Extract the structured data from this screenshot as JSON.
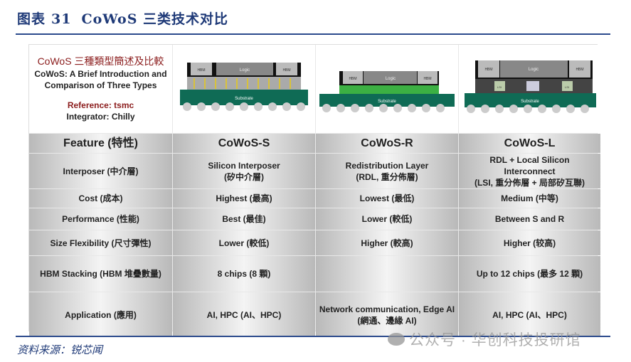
{
  "header": {
    "label": "图表",
    "number": "31",
    "title": "CoWoS 三类技术对比"
  },
  "intro": {
    "title_zh": "CoWoS 三種類型簡述及比較",
    "title_en_1": "CoWoS: A Brief Introduction and",
    "title_en_2": "Comparison of Three Types",
    "reference": "Reference: tsmc",
    "integrator": "Integrator: Chilly"
  },
  "diagrams": {
    "hbm": "HBM",
    "logic": "Logic",
    "substrate": "Substrate",
    "lsi": "LSI"
  },
  "table": {
    "headers": [
      "Feature (特性)",
      "CoWoS-S",
      "CoWoS-R",
      "CoWoS-L"
    ],
    "rows": [
      {
        "feature": "Interposer (中介層)",
        "s": [
          "Silicon Interposer",
          "(矽中介層)"
        ],
        "r": [
          "Redistribution Layer",
          "(RDL, 重分佈層)"
        ],
        "l": [
          "RDL + Local Silicon",
          "Interconnect",
          "(LSI, 重分佈層 + 局部矽互聯)"
        ]
      },
      {
        "feature": "Cost (成本)",
        "s": [
          "Highest (最高)"
        ],
        "r": [
          "Lowest (最低)"
        ],
        "l": [
          "Medium (中等)"
        ]
      },
      {
        "feature": "Performance (性能)",
        "s": [
          "Best (最佳)"
        ],
        "r": [
          "Lower (較低)"
        ],
        "l": [
          "Between S and R"
        ]
      },
      {
        "feature": "Size Flexibility (尺寸彈性)",
        "s": [
          "Lower (較低)"
        ],
        "r": [
          "Higher (較高)"
        ],
        "l": [
          "Higher (较高)"
        ]
      },
      {
        "feature": "HBM Stacking (HBM 堆疊數量)",
        "s": [
          "8 chips (8 顆)"
        ],
        "r": [
          ""
        ],
        "l": [
          "Up to 12 chips (最多 12 顆)"
        ]
      },
      {
        "feature": "Application (應用)",
        "s": [
          "AI, HPC (AI、HPC)"
        ],
        "r": [
          "Network communication, Edge AI",
          "(網通、邊緣 AI)"
        ],
        "l": [
          "AI, HPC (AI、HPC)"
        ]
      }
    ]
  },
  "footer": {
    "source": "资料来源：锐芯闻",
    "watermark": "公众号 · 华创科技投研馆"
  }
}
